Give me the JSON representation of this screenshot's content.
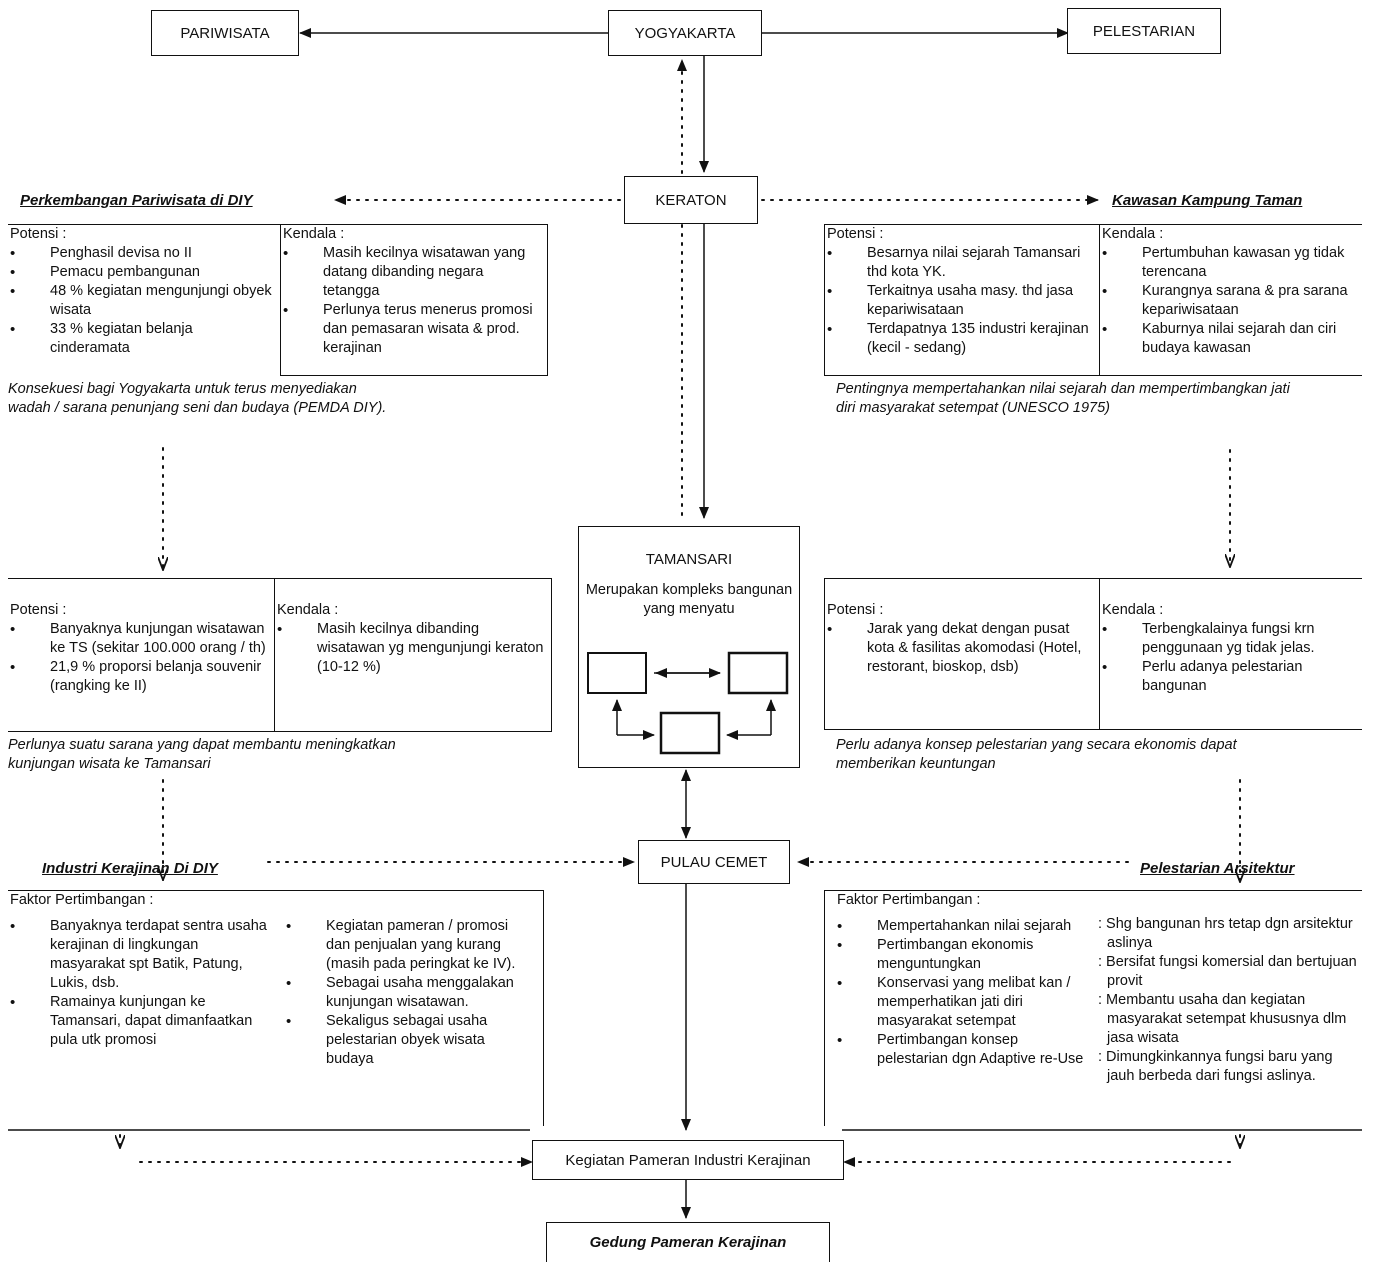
{
  "top": {
    "pariwisata": "PARIWISATA",
    "yogyakarta": "YOGYAKARTA",
    "pelestarian": "PELESTARIAN",
    "keraton": "KERATON"
  },
  "left1": {
    "heading": "Perkembangan Pariwisata di DIY",
    "potensi_title": "Potensi :",
    "kendala_title": "Kendala :",
    "potensi": [
      "Penghasil devisa no II",
      "Pemacu pembangunan",
      "48 % kegiatan mengunjungi obyek wisata",
      "33 % kegiatan belanja cinderamata"
    ],
    "kendala": [
      "Masih kecilnya wisatawan yang datang dibanding negara tetangga",
      "Perlunya terus menerus promosi dan pemasaran wisata & prod. kerajinan"
    ],
    "note": "Konsekuesi bagi Yogyakarta untuk terus menyediakan wadah / sarana penunjang seni dan budaya (PEMDA DIY)."
  },
  "right1": {
    "heading": "Kawasan Kampung Taman",
    "potensi_title": "Potensi :",
    "kendala_title": "Kendala :",
    "potensi": [
      "Besarnya nilai sejarah Tamansari thd kota YK.",
      "Terkaitnya usaha masy. thd jasa kepariwisataan",
      "Terdapatnya 135 industri kerajinan (kecil - sedang)"
    ],
    "kendala": [
      "Pertumbuhan kawasan yg tidak terencana",
      "Kurangnya sarana & pra sarana kepariwisataan",
      "Kaburnya nilai sejarah dan ciri budaya kawasan"
    ],
    "note": "Pentingnya mempertahankan nilai sejarah dan mempertimbangkan jati diri masyarakat setempat (UNESCO 1975)"
  },
  "tamansari": {
    "title": "TAMANSARI",
    "desc": "Merupakan kompleks bangunan yang menyatu"
  },
  "left2": {
    "potensi_title": "Potensi :",
    "kendala_title": "Kendala :",
    "potensi": [
      "Banyaknya kunjungan wisatawan ke TS (sekitar 100.000 orang / th)",
      "21,9 % proporsi belanja souvenir (rangking ke II)"
    ],
    "kendala": [
      "Masih kecilnya dibanding wisatawan yg mengunjungi keraton  (10-12 %)"
    ],
    "note": "Perlunya suatu sarana  yang dapat membantu meningkatkan kunjungan wisata ke Tamansari"
  },
  "right2": {
    "potensi_title": "Potensi :",
    "kendala_title": "Kendala :",
    "potensi": [
      "Jarak yang dekat dengan pusat kota & fasilitas akomodasi  (Hotel, restorant, bioskop, dsb)"
    ],
    "kendala": [
      "Terbengkalainya fungsi krn penggunaan yg tidak jelas.",
      "Perlu adanya pelestarian bangunan"
    ],
    "note": "Perlu adanya konsep pelestarian yang secara ekonomis dapat memberikan keuntungan"
  },
  "pulau": "PULAU CEMET",
  "left3": {
    "heading": "Industri Kerajinan Di DIY",
    "title": "Faktor Pertimbangan :",
    "col1": [
      "Banyaknya terdapat sentra usaha kerajinan di lingkungan masyarakat spt Batik, Patung, Lukis, dsb.",
      "Ramainya kunjungan ke Tamansari, dapat dimanfaatkan pula utk promosi"
    ],
    "col2": [
      "Kegiatan pameran / promosi dan penjualan yang kurang (masih pada peringkat ke IV).",
      "Sebagai usaha menggalakan kunjungan wisatawan.",
      "Sekaligus sebagai usaha pelestarian obyek wisata budaya"
    ]
  },
  "right3": {
    "heading": "Pelestarian Arsitektur",
    "title": "Faktor Pertimbangan :",
    "col1": [
      "Mempertahankan nilai sejarah",
      "Pertimbangan ekonomis menguntungkan",
      "Konservasi yang melibat kan / memperhatikan jati diri masyarakat setempat",
      "Pertimbangan konsep pelestarian dgn Adaptive re-Use"
    ],
    "col2": [
      ": Shg bangunan hrs tetap dgn arsitektur aslinya",
      ": Bersifat fungsi komersial dan bertujuan provit",
      ": Membantu usaha dan kegiatan masyarakat setempat khususnya dlm jasa wisata",
      ": Dimungkinkannya fungsi baru yang jauh berbeda dari fungsi aslinya."
    ]
  },
  "kegiatan": "Kegiatan Pameran Industri Kerajinan",
  "gedung": "Gedung Pameran Kerajinan"
}
